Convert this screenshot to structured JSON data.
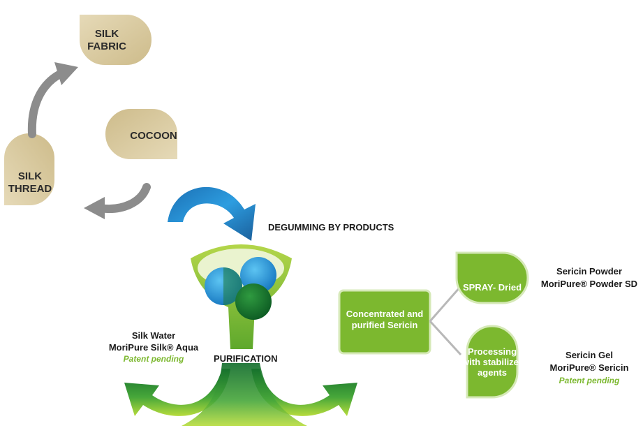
{
  "silk_cycle": {
    "silk_fabric": {
      "line1": "SILK",
      "line2": "FABRIC"
    },
    "cocoon": "COCOON",
    "silk_thread": {
      "line1": "SILK",
      "line2": "THREAD"
    }
  },
  "process": {
    "degumming": "DEGUMMING BY PRODUCTS",
    "purification": "PURIFICATION"
  },
  "outputs": {
    "silk_water": {
      "name": "Silk Water",
      "brand": "MoriPure Silk® Aqua",
      "note": "Patent pending"
    },
    "concentrated": {
      "line1": "Concentrated and",
      "line2": "purified Sericin"
    },
    "spray_dried": "SPRAY- Dried",
    "processing": {
      "line1": "Processing",
      "line2": "with stabilizer",
      "line3": "agents"
    },
    "sericin_powder": {
      "name": "Sericin Powder",
      "brand": "MoriPure® Powder SD"
    },
    "sericin_gel": {
      "name": "Sericin Gel",
      "brand": "MoriPure® Sericin",
      "note": "Patent pending"
    }
  },
  "colors": {
    "drop_fill": "#d8c89c",
    "green": "#7cb82f",
    "dark_green": "#1e7a2e",
    "blue": "#1f7fc4",
    "gray_arrow": "#8c8c8c"
  }
}
